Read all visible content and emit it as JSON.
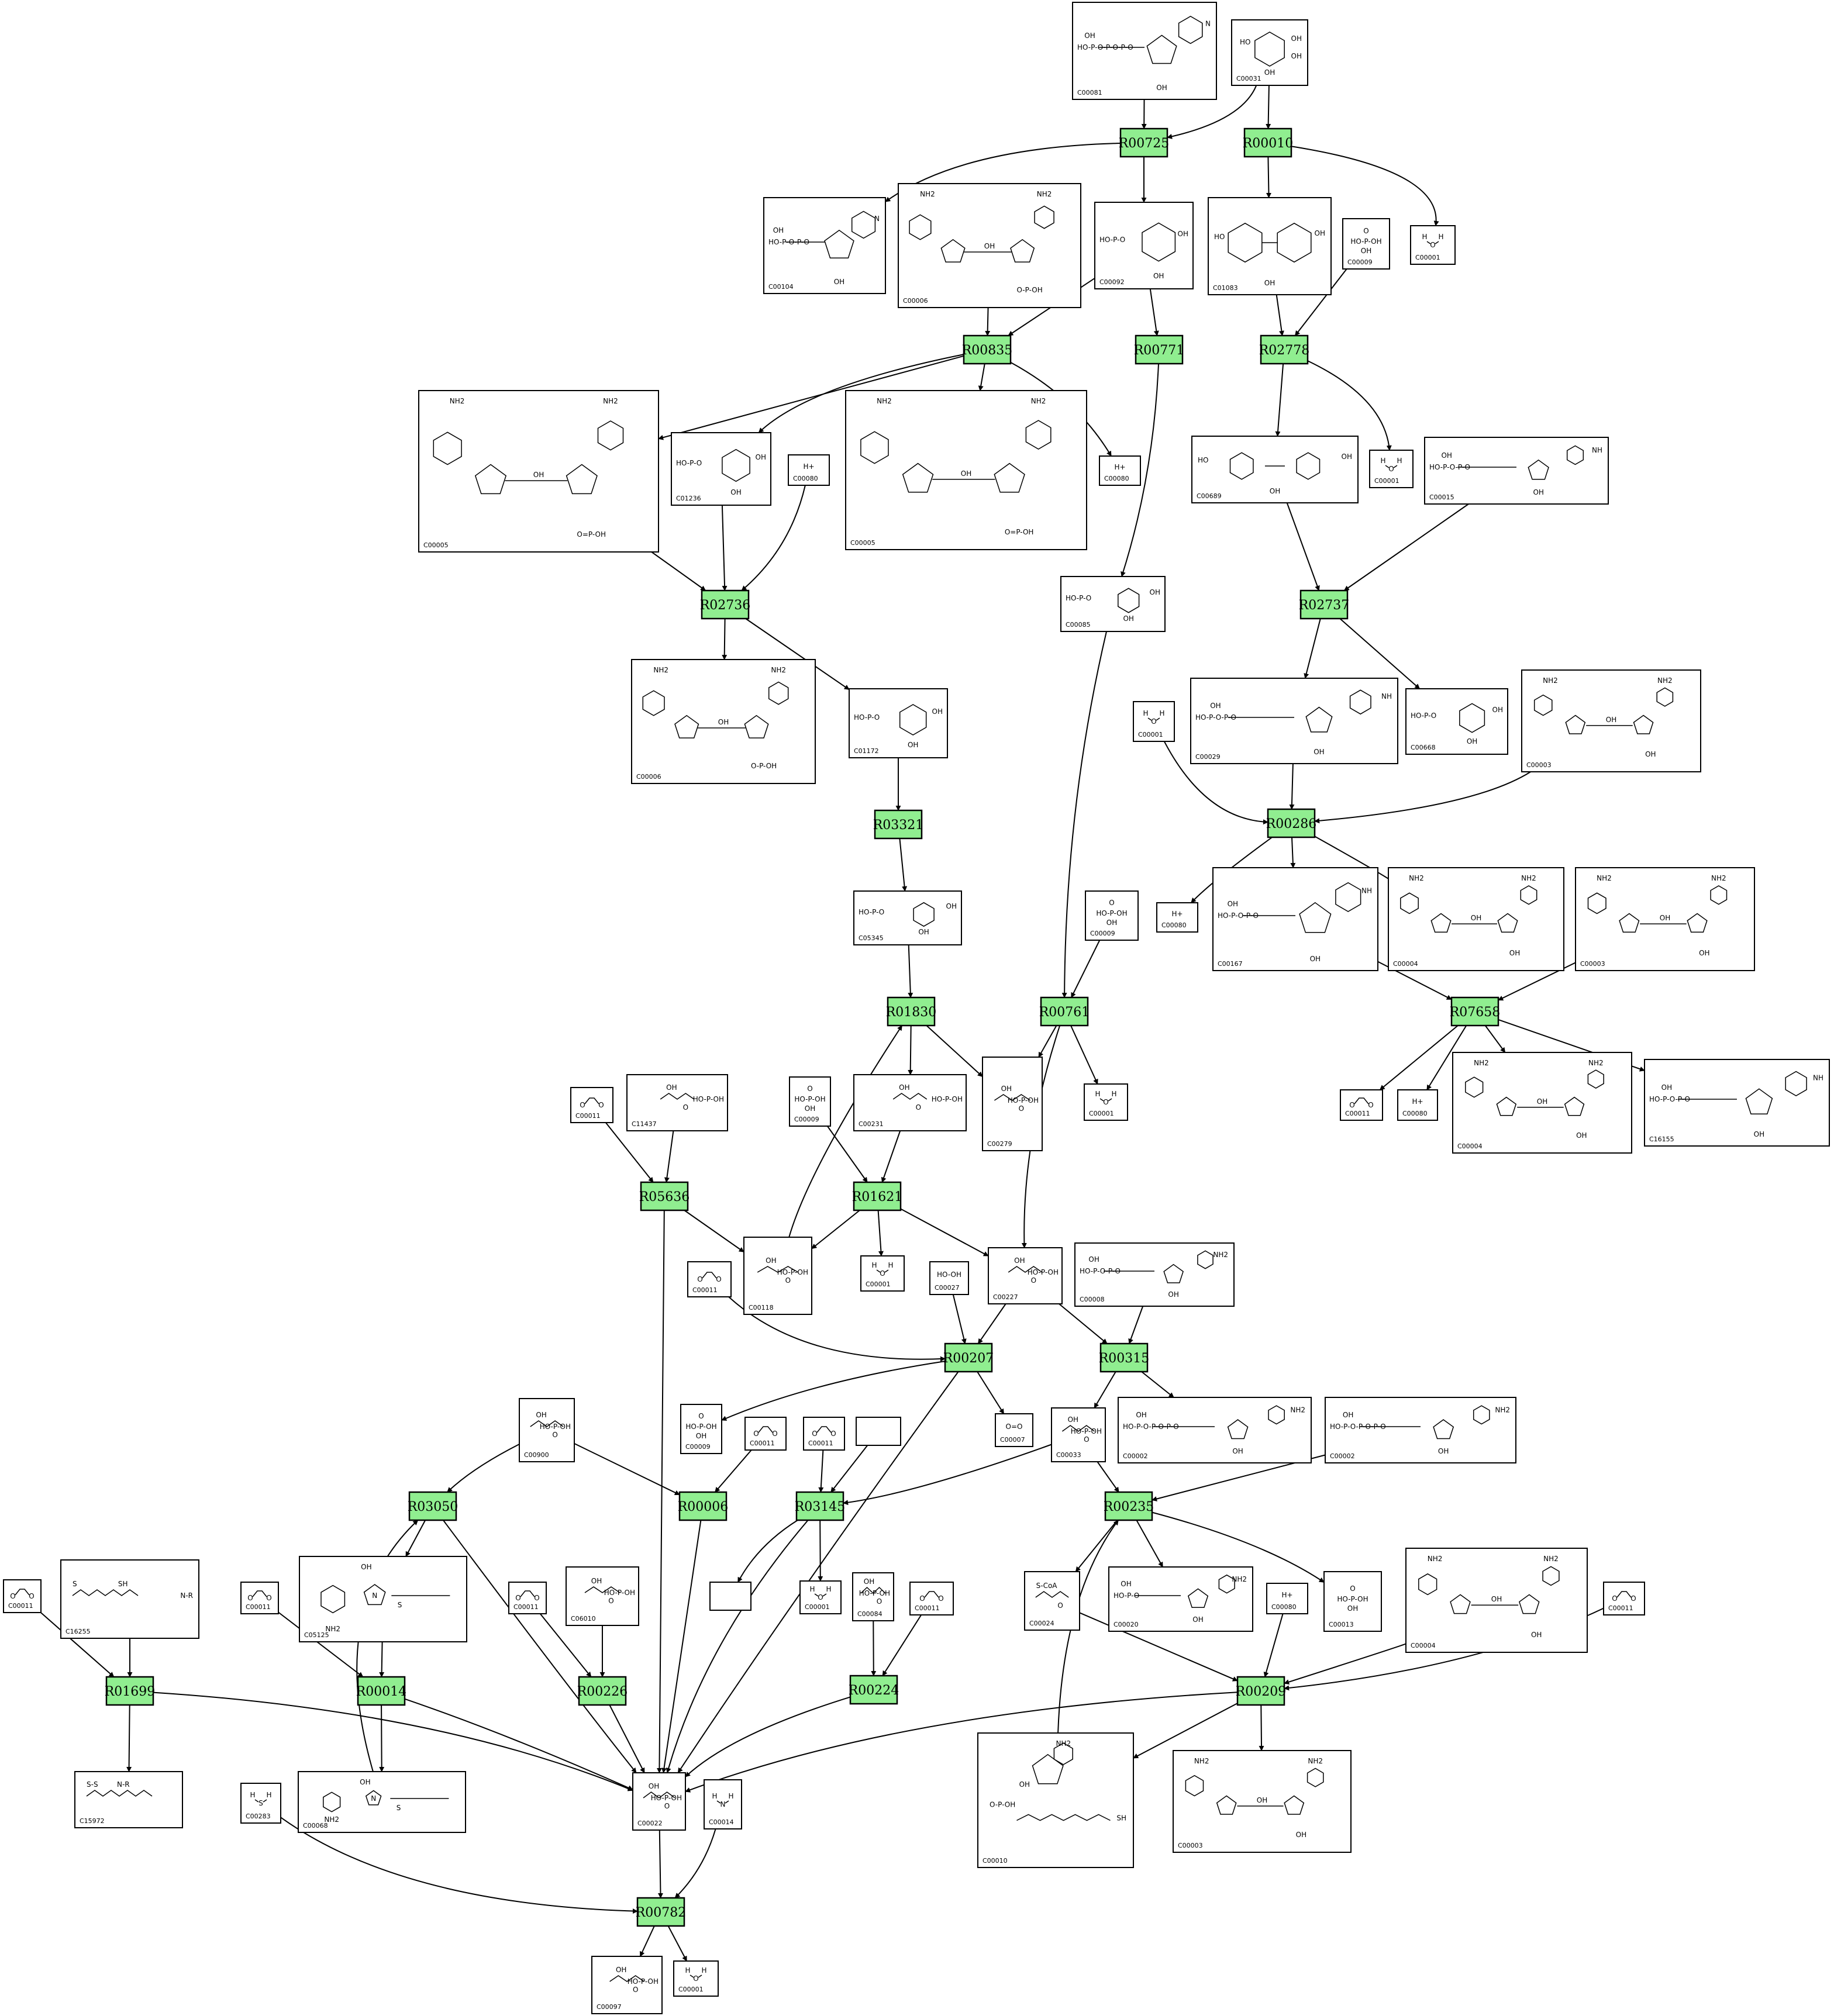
{
  "reactions": [
    "R00725",
    "R00010",
    "R00835",
    "R00771",
    "R02778",
    "R02736",
    "R02737",
    "R03321",
    "R00286",
    "R01830",
    "R00761",
    "R07658",
    "R05636",
    "R01621",
    "R00207",
    "R00315",
    "R03050",
    "R00006",
    "R03145",
    "R00235",
    "R01699",
    "R00014",
    "R00226",
    "R00224",
    "R00209",
    "R00782"
  ],
  "compounds": [
    {
      "key": "c00081",
      "id": "C00081",
      "chem": "nucleotide",
      "labels": [
        "OH",
        "HO-P-O-P-O-P-O",
        "OH",
        "N"
      ]
    },
    {
      "key": "c00031",
      "id": "C00031",
      "chem": "sugar",
      "labels": [
        "HO",
        "OH",
        "OH",
        "OH"
      ]
    },
    {
      "key": "c00104",
      "id": "C00104",
      "chem": "nucleotide",
      "labels": [
        "OH",
        "HO-P-O-P-O",
        "OH",
        "N"
      ]
    },
    {
      "key": "c00006a",
      "id": "C00006",
      "chem": "dinucleotide",
      "labels": [
        "NH2",
        "NH2",
        "OH",
        "O-P-OH"
      ]
    },
    {
      "key": "c00092",
      "id": "C00092",
      "chem": "sugar_phosphate",
      "labels": [
        "HO-P-O",
        "OH",
        "OH"
      ]
    },
    {
      "key": "c01083",
      "id": "C01083",
      "chem": "disaccharide",
      "labels": [
        "HO",
        "OH",
        "OH"
      ]
    },
    {
      "key": "c00009a",
      "id": "C00009",
      "chem": "phosphate",
      "labels": [
        "O",
        "HO-P-OH",
        "OH"
      ]
    },
    {
      "key": "c00001a",
      "id": "C00001",
      "chem": "water",
      "labels": [
        "H",
        "O",
        "H"
      ]
    },
    {
      "key": "c00005a",
      "id": "C00005",
      "chem": "dinucleotide",
      "labels": [
        "NH2",
        "NH2",
        "OH",
        "O=P-OH"
      ]
    },
    {
      "key": "c01236",
      "id": "C01236",
      "chem": "sugar_phosphate",
      "labels": [
        "HO-P-O",
        "OH",
        "OH"
      ]
    },
    {
      "key": "c00080a",
      "id": "C00080",
      "chem": "proton",
      "labels": [
        "H+"
      ]
    },
    {
      "key": "c00005b",
      "id": "C00005",
      "chem": "dinucleotide",
      "labels": [
        "NH2",
        "NH2",
        "OH",
        "O=P-OH"
      ]
    },
    {
      "key": "c00080b",
      "id": "C00080",
      "chem": "proton",
      "labels": [
        "H+"
      ]
    },
    {
      "key": "c00689",
      "id": "C00689",
      "chem": "disaccharide",
      "labels": [
        "HO",
        "OH",
        "OH"
      ]
    },
    {
      "key": "c00001b",
      "id": "C00001",
      "chem": "water",
      "labels": [
        "H",
        "O",
        "H"
      ]
    },
    {
      "key": "c00015",
      "id": "C00015",
      "chem": "nucleotide",
      "labels": [
        "OH",
        "HO-P-O-P-O",
        "OH",
        "NH"
      ]
    },
    {
      "key": "c00085",
      "id": "C00085",
      "chem": "sugar_phosphate",
      "labels": [
        "HO-P-O",
        "OH",
        "OH"
      ]
    },
    {
      "key": "c00006b",
      "id": "C00006",
      "chem": "dinucleotide",
      "labels": [
        "NH2",
        "NH2",
        "OH",
        "O-P-OH"
      ]
    },
    {
      "key": "c01172",
      "id": "C01172",
      "chem": "sugar_phosphate",
      "labels": [
        "HO-P-O",
        "OH",
        "OH"
      ]
    },
    {
      "key": "c00001c",
      "id": "C00001",
      "chem": "water",
      "labels": [
        "H",
        "O",
        "H"
      ]
    },
    {
      "key": "c00029",
      "id": "C00029",
      "chem": "nucleotide",
      "labels": [
        "OH",
        "HO-P-O-P-O",
        "OH",
        "NH"
      ]
    },
    {
      "key": "c00668",
      "id": "C00668",
      "chem": "sugar_phosphate",
      "labels": [
        "HO-P-O",
        "OH",
        "OH"
      ]
    },
    {
      "key": "c00003a",
      "id": "C00003",
      "chem": "dinucleotide",
      "labels": [
        "NH2",
        "NH2",
        "OH",
        "OH"
      ]
    },
    {
      "key": "c05345",
      "id": "C05345",
      "chem": "sugar_phosphate",
      "labels": [
        "HO-P-O",
        "OH",
        "OH"
      ]
    },
    {
      "key": "c00009b",
      "id": "C00009",
      "chem": "phosphate",
      "labels": [
        "O",
        "HO-P-OH",
        "OH"
      ]
    },
    {
      "key": "c00080c",
      "id": "C00080",
      "chem": "proton",
      "labels": [
        "H+"
      ]
    },
    {
      "key": "c00167",
      "id": "C00167",
      "chem": "nucleotide",
      "labels": [
        "OH",
        "HO-P-O-P-O",
        "OH",
        "NH"
      ]
    },
    {
      "key": "c00004a",
      "id": "C00004",
      "chem": "dinucleotide",
      "labels": [
        "NH2",
        "NH2",
        "OH",
        "OH"
      ]
    },
    {
      "key": "c00003b",
      "id": "C00003",
      "chem": "dinucleotide",
      "labels": [
        "NH2",
        "NH2",
        "OH",
        "OH"
      ]
    },
    {
      "key": "c00011a",
      "id": "C00011",
      "chem": "co2",
      "labels": [
        "O",
        "O"
      ]
    },
    {
      "key": "c11437",
      "id": "C11437",
      "chem": "small",
      "labels": [
        "OH",
        "O",
        "HO-P-OH"
      ]
    },
    {
      "key": "c00009c",
      "id": "C00009",
      "chem": "phosphate",
      "labels": [
        "O",
        "HO-P-OH",
        "OH"
      ]
    },
    {
      "key": "c00231",
      "id": "C00231",
      "chem": "small",
      "labels": [
        "OH",
        "O",
        "HO-P-OH"
      ]
    },
    {
      "key": "c00279",
      "id": "C00279",
      "chem": "small",
      "labels": [
        "OH",
        "O",
        "HO-P-OH"
      ]
    },
    {
      "key": "c00001d",
      "id": "C00001",
      "chem": "water",
      "labels": [
        "H",
        "O",
        "H"
      ]
    },
    {
      "key": "c00011b",
      "id": "C00011",
      "chem": "co2",
      "labels": [
        "O",
        "O"
      ]
    },
    {
      "key": "c00080d",
      "id": "C00080",
      "chem": "proton",
      "labels": [
        "H+"
      ]
    },
    {
      "key": "c00004b",
      "id": "C00004",
      "chem": "dinucleotide",
      "labels": [
        "NH2",
        "NH2",
        "OH",
        "OH"
      ]
    },
    {
      "key": "c16155",
      "id": "C16155",
      "chem": "nucleotide",
      "labels": [
        "OH",
        "HO-P-O-P-O",
        "OH",
        "NH"
      ]
    },
    {
      "key": "c00118",
      "id": "C00118",
      "chem": "small",
      "labels": [
        "OH",
        "O",
        "HO-P-OH"
      ]
    },
    {
      "key": "c00001e",
      "id": "C00001",
      "chem": "water",
      "labels": [
        "H",
        "O",
        "H"
      ]
    },
    {
      "key": "c00011c",
      "id": "C00011",
      "chem": "co2",
      "labels": [
        "O",
        "O"
      ]
    },
    {
      "key": "c00027",
      "id": "C00027",
      "chem": "peroxide",
      "labels": [
        "HO-OH"
      ]
    },
    {
      "key": "c00227",
      "id": "C00227",
      "chem": "small",
      "labels": [
        "OH",
        "O",
        "HO-P-OH"
      ]
    },
    {
      "key": "c00008",
      "id": "C00008",
      "chem": "nucleotide",
      "labels": [
        "OH",
        "HO-P-O-P-O",
        "OH",
        "NH2"
      ]
    },
    {
      "key": "c00900",
      "id": "C00900",
      "chem": "small",
      "labels": [
        "OH",
        "O",
        "HO-P-OH"
      ]
    },
    {
      "key": "c00009d",
      "id": "C00009",
      "chem": "phosphate",
      "labels": [
        "O",
        "HO-P-OH",
        "OH"
      ]
    },
    {
      "key": "c00011d",
      "id": "C00011",
      "chem": "co2",
      "labels": [
        "O",
        "O"
      ]
    },
    {
      "key": "c00011e",
      "id": "C00011",
      "chem": "co2",
      "labels": [
        "O",
        "O"
      ]
    },
    {
      "key": "empty1",
      "id": "",
      "chem": "none",
      "labels": []
    },
    {
      "key": "c00007",
      "id": "C00007",
      "chem": "oxygen",
      "labels": [
        "O=O"
      ]
    },
    {
      "key": "c00033",
      "id": "C00033",
      "chem": "small",
      "labels": [
        "OH",
        "O",
        "HO-P-OH"
      ]
    },
    {
      "key": "c00002a",
      "id": "C00002",
      "chem": "nucleotide",
      "labels": [
        "OH",
        "HO-P-O-P-O-P-O",
        "OH",
        "NH2"
      ]
    },
    {
      "key": "c00002b",
      "id": "C00002",
      "chem": "nucleotide",
      "labels": [
        "OH",
        "HO-P-O-P-O-P-O",
        "OH",
        "NH2"
      ]
    },
    {
      "key": "c00011f",
      "id": "C00011",
      "chem": "co2",
      "labels": [
        "O",
        "O"
      ]
    },
    {
      "key": "c16255",
      "id": "C16255",
      "chem": "lipoyl",
      "labels": [
        "S",
        "SH",
        "N-R"
      ]
    },
    {
      "key": "c00011g",
      "id": "C00011",
      "chem": "co2",
      "labels": [
        "O",
        "O"
      ]
    },
    {
      "key": "c05125",
      "id": "C05125",
      "chem": "thiamine",
      "labels": [
        "OH",
        "NH2",
        "N",
        "S"
      ]
    },
    {
      "key": "c00011h",
      "id": "C00011",
      "chem": "co2",
      "labels": [
        "O",
        "O"
      ]
    },
    {
      "key": "c06010",
      "id": "C06010",
      "chem": "small",
      "labels": [
        "OH",
        "O",
        "HO-P-OH"
      ]
    },
    {
      "key": "empty2",
      "id": "",
      "chem": "none",
      "labels": []
    },
    {
      "key": "c00001f",
      "id": "C00001",
      "chem": "water",
      "labels": [
        "H",
        "O",
        "H"
      ]
    },
    {
      "key": "c00084",
      "id": "C00084",
      "chem": "small",
      "labels": [
        "OH",
        "O",
        "HO-P-OH"
      ]
    },
    {
      "key": "c00011i",
      "id": "C00011",
      "chem": "co2",
      "labels": [
        "O",
        "O"
      ]
    },
    {
      "key": "c00024",
      "id": "C00024",
      "chem": "small",
      "labels": [
        "S-CoA",
        "O"
      ]
    },
    {
      "key": "c00020",
      "id": "C00020",
      "chem": "nucleotide",
      "labels": [
        "OH",
        "HO-P-O",
        "OH",
        "NH2"
      ]
    },
    {
      "key": "c00080e",
      "id": "C00080",
      "chem": "proton",
      "labels": [
        "H+"
      ]
    },
    {
      "key": "c00013",
      "id": "C00013",
      "chem": "phosphate",
      "labels": [
        "O",
        "HO-P-OH",
        "OH"
      ]
    },
    {
      "key": "c00004c",
      "id": "C00004",
      "chem": "dinucleotide",
      "labels": [
        "NH2",
        "NH2",
        "OH",
        "OH"
      ]
    },
    {
      "key": "c00011j",
      "id": "C00011",
      "chem": "co2",
      "labels": [
        "O",
        "O"
      ]
    },
    {
      "key": "c15972",
      "id": "C15972",
      "chem": "lipoyl",
      "labels": [
        "S-S",
        "N-R"
      ]
    },
    {
      "key": "c00283",
      "id": "C00283",
      "chem": "water",
      "labels": [
        "H",
        "S",
        "H"
      ]
    },
    {
      "key": "c00068",
      "id": "C00068",
      "chem": "thiamine",
      "labels": [
        "OH",
        "NH2",
        "N",
        "S"
      ]
    },
    {
      "key": "c00022",
      "id": "C00022",
      "chem": "small",
      "labels": [
        "OH",
        "O",
        "HO-P-OH"
      ]
    },
    {
      "key": "c00014",
      "id": "C00014",
      "chem": "ammonia",
      "labels": [
        "H",
        "N",
        "H"
      ]
    },
    {
      "key": "c00010",
      "id": "C00010",
      "chem": "coa",
      "labels": [
        "NH2",
        "OH",
        "O-P-OH",
        "SH"
      ]
    },
    {
      "key": "c00003c",
      "id": "C00003",
      "chem": "dinucleotide",
      "labels": [
        "NH2",
        "NH2",
        "OH",
        "OH"
      ]
    },
    {
      "key": "c00097",
      "id": "C00097",
      "chem": "small",
      "labels": [
        "OH",
        "O",
        "HO-P-OH"
      ]
    },
    {
      "key": "c00001g",
      "id": "C00001",
      "chem": "water",
      "labels": [
        "H",
        "O",
        "H"
      ]
    }
  ],
  "edges": [
    [
      "c00081",
      "R00725"
    ],
    [
      "c00031",
      "R00725"
    ],
    [
      "c00031",
      "R00010"
    ],
    [
      "R00725",
      "c00104"
    ],
    [
      "R00725",
      "c00092"
    ],
    [
      "R00010",
      "c01083"
    ],
    [
      "R00010",
      "c00001a"
    ],
    [
      "c00006a",
      "R00835"
    ],
    [
      "c00092",
      "R00835"
    ],
    [
      "c00092",
      "R00771"
    ],
    [
      "c01083",
      "R02778"
    ],
    [
      "c00009a",
      "R02778"
    ],
    [
      "R00835",
      "c00005a"
    ],
    [
      "R00835",
      "c01236"
    ],
    [
      "R00835",
      "c00005b"
    ],
    [
      "R00835",
      "c00080b"
    ],
    [
      "R00771",
      "c00085"
    ],
    [
      "R02778",
      "c00689"
    ],
    [
      "R02778",
      "c00001b"
    ],
    [
      "c00005a",
      "R02736"
    ],
    [
      "c01236",
      "R02736"
    ],
    [
      "c00080a",
      "R02736"
    ],
    [
      "c00689",
      "R02737"
    ],
    [
      "c00015",
      "R02737"
    ],
    [
      "R02736",
      "c00006b"
    ],
    [
      "R02736",
      "c01172"
    ],
    [
      "R02737",
      "c00029"
    ],
    [
      "R02737",
      "c00668"
    ],
    [
      "c01172",
      "R03321"
    ],
    [
      "R03321",
      "c05345"
    ],
    [
      "c00001c",
      "R00286"
    ],
    [
      "c00029",
      "R00286"
    ],
    [
      "c00003a",
      "R00286"
    ],
    [
      "R00286",
      "c00080c"
    ],
    [
      "R00286",
      "c00167"
    ],
    [
      "R00286",
      "c00004a"
    ],
    [
      "c05345",
      "R01830"
    ],
    [
      "c00085",
      "R00761"
    ],
    [
      "c00009b",
      "R00761"
    ],
    [
      "c00167",
      "R07658"
    ],
    [
      "c00003b",
      "R07658"
    ],
    [
      "R01830",
      "c00231"
    ],
    [
      "R01830",
      "c00279"
    ],
    [
      "R00761",
      "c00279"
    ],
    [
      "R00761",
      "c00001d"
    ],
    [
      "R00761",
      "c00227"
    ],
    [
      "R07658",
      "c00011b"
    ],
    [
      "R07658",
      "c00080d"
    ],
    [
      "R07658",
      "c00004b"
    ],
    [
      "R07658",
      "c16155"
    ],
    [
      "c00011a",
      "R05636"
    ],
    [
      "c11437",
      "R05636"
    ],
    [
      "c00009c",
      "R01621"
    ],
    [
      "c00231",
      "R01621"
    ],
    [
      "R05636",
      "c00118"
    ],
    [
      "R05636",
      "c00022"
    ],
    [
      "c00118",
      "R01830"
    ],
    [
      "R01621",
      "c00118"
    ],
    [
      "R01621",
      "c00001e"
    ],
    [
      "R01621",
      "c00227"
    ],
    [
      "c00011c",
      "R00207"
    ],
    [
      "c00027",
      "R00207"
    ],
    [
      "c00227",
      "R00207"
    ],
    [
      "c00227",
      "R00315"
    ],
    [
      "c00008",
      "R00315"
    ],
    [
      "R00207",
      "c00009d"
    ],
    [
      "R00207",
      "c00007"
    ],
    [
      "R00207",
      "c00022"
    ],
    [
      "R00315",
      "c00033"
    ],
    [
      "R00315",
      "c00002a"
    ],
    [
      "c00900",
      "R03050"
    ],
    [
      "c00900",
      "R00006"
    ],
    [
      "c00011d",
      "R00006"
    ],
    [
      "c00011e",
      "R03145"
    ],
    [
      "empty1",
      "R03145"
    ],
    [
      "c00033",
      "R03145"
    ],
    [
      "c00033",
      "R00235"
    ],
    [
      "c00002b",
      "R00235"
    ],
    [
      "R03050",
      "c05125"
    ],
    [
      "R03050",
      "c00022"
    ],
    [
      "R00006",
      "c00022"
    ],
    [
      "R03145",
      "empty2"
    ],
    [
      "R03145",
      "c00001f"
    ],
    [
      "R03145",
      "c00022"
    ],
    [
      "R00235",
      "c00024"
    ],
    [
      "R00235",
      "c00020"
    ],
    [
      "R00235",
      "c00013"
    ],
    [
      "c00011f",
      "R01699"
    ],
    [
      "c16255",
      "R01699"
    ],
    [
      "c00011g",
      "R00014"
    ],
    [
      "c05125",
      "R00014"
    ],
    [
      "c00011h",
      "R00226"
    ],
    [
      "c06010",
      "R00226"
    ],
    [
      "c00084",
      "R00224"
    ],
    [
      "c00011i",
      "R00224"
    ],
    [
      "c00024",
      "R00209"
    ],
    [
      "c00080e",
      "R00209"
    ],
    [
      "c00004c",
      "R00209"
    ],
    [
      "c00011j",
      "R00209"
    ],
    [
      "R01699",
      "c15972"
    ],
    [
      "R01699",
      "c00022"
    ],
    [
      "R00014",
      "c00068"
    ],
    [
      "R00014",
      "c00022"
    ],
    [
      "c00068",
      "R03050"
    ],
    [
      "R00226",
      "c00022"
    ],
    [
      "R00224",
      "c00022"
    ],
    [
      "R00209",
      "c00010"
    ],
    [
      "R00209",
      "c00003c"
    ],
    [
      "R00209",
      "c00022"
    ],
    [
      "c00010",
      "R00235"
    ],
    [
      "c00022",
      "R00782"
    ],
    [
      "c00283",
      "R00782"
    ],
    [
      "c00014",
      "R00782"
    ],
    [
      "R00782",
      "c00097"
    ],
    [
      "R00782",
      "c00001g"
    ]
  ]
}
